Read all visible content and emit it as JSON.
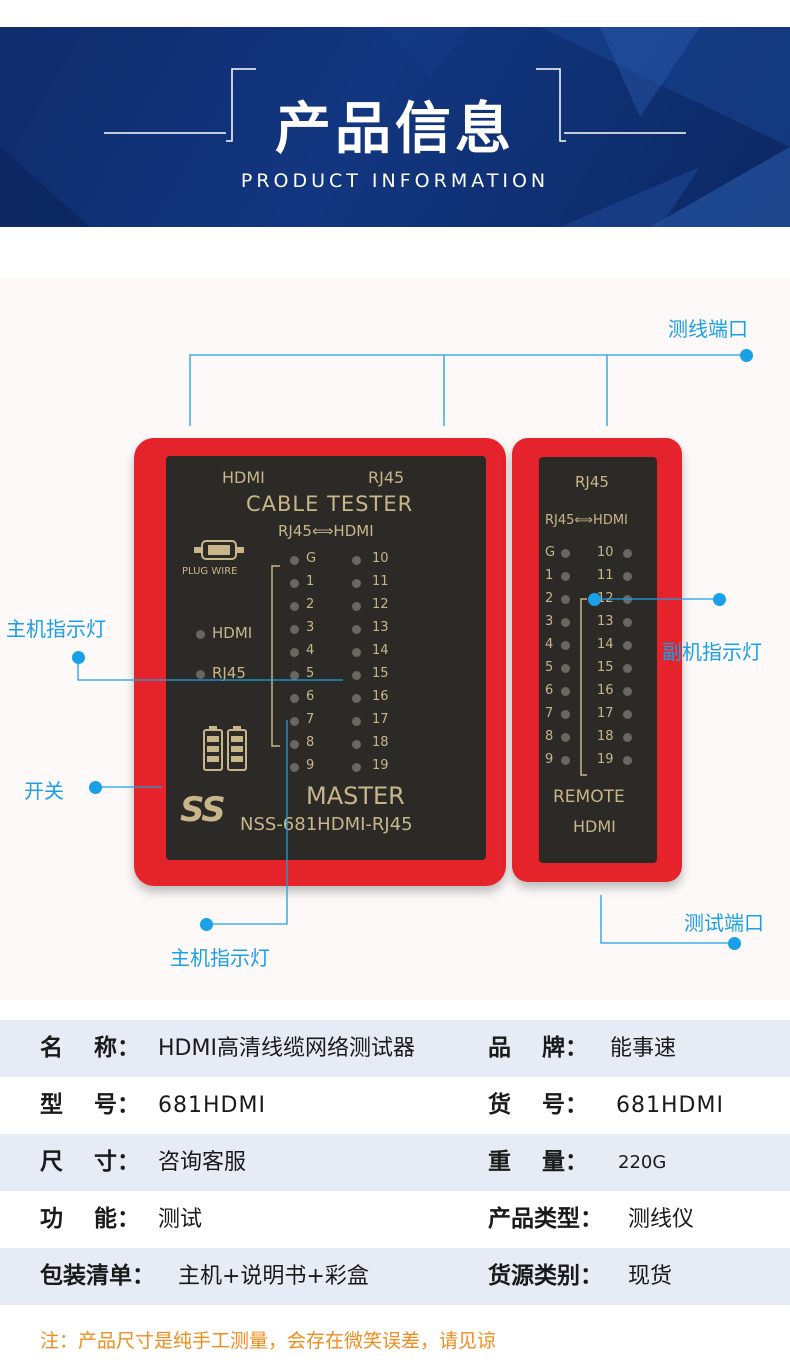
{
  "header": {
    "title": "产品信息",
    "subtitle": "PRODUCT INFORMATION"
  },
  "colors": {
    "banner": "#123680",
    "accent": "#1aa0e6",
    "device_red": "#e4232b",
    "panel": "#2b2a26",
    "table_shade": "#e7ebf6",
    "note": "#f08c1d"
  },
  "device": {
    "main": {
      "port_hdmi": "HDMI",
      "port_rj45": "RJ45",
      "title": "CABLE TESTER",
      "mode": "RJ45⟺HDMI",
      "plug_wire": "PLUG WIRE",
      "ind_hdmi": "HDMI",
      "ind_rj45": "RJ45",
      "pins_left": [
        "G",
        "1",
        "2",
        "3",
        "4",
        "5",
        "6",
        "7",
        "8",
        "9"
      ],
      "pins_right": [
        "10",
        "11",
        "12",
        "13",
        "14",
        "15",
        "16",
        "17",
        "18",
        "19"
      ],
      "logo": "SS",
      "name": "MASTER",
      "model": "NSS-681HDMI-RJ45"
    },
    "remote": {
      "port_rj45": "RJ45",
      "mode": "RJ45⟺HDMI",
      "pins_left": [
        "G",
        "1",
        "2",
        "3",
        "4",
        "5",
        "6",
        "7",
        "8",
        "9"
      ],
      "pins_right": [
        "10",
        "11",
        "12",
        "13",
        "14",
        "15",
        "16",
        "17",
        "18",
        "19"
      ],
      "name": "REMOTE",
      "port": "HDMI"
    }
  },
  "callouts": {
    "test_line_port": "测线端口",
    "master_indicator_left": "主机指示灯",
    "remote_indicator": "副机指示灯",
    "switch": "开关",
    "test_port": "测试端口",
    "master_indicator_bottom": "主机指示灯"
  },
  "specs": [
    {
      "k1": "名　 称：",
      "v1": "HDMI高清线缆网络测试器",
      "k2": "品　 牌：",
      "v2": "能事速"
    },
    {
      "k1": "型　 号：",
      "v1": "681HDMI",
      "k2": "货　 号：",
      "v2": "681HDMI"
    },
    {
      "k1": "尺　 寸：",
      "v1": "咨询客服",
      "k2": "重　 量：",
      "v2": "220G"
    },
    {
      "k1": "功　 能：",
      "v1": "测试",
      "k2": "产品类型：",
      "v2": "测线仪"
    },
    {
      "k1": "包装清单：",
      "v1": "主机+说明书+彩盒",
      "k2": "货源类别：",
      "v2": "现货"
    }
  ],
  "note": "注：产品尺寸是纯手工测量，会存在微笑误差，请见谅"
}
